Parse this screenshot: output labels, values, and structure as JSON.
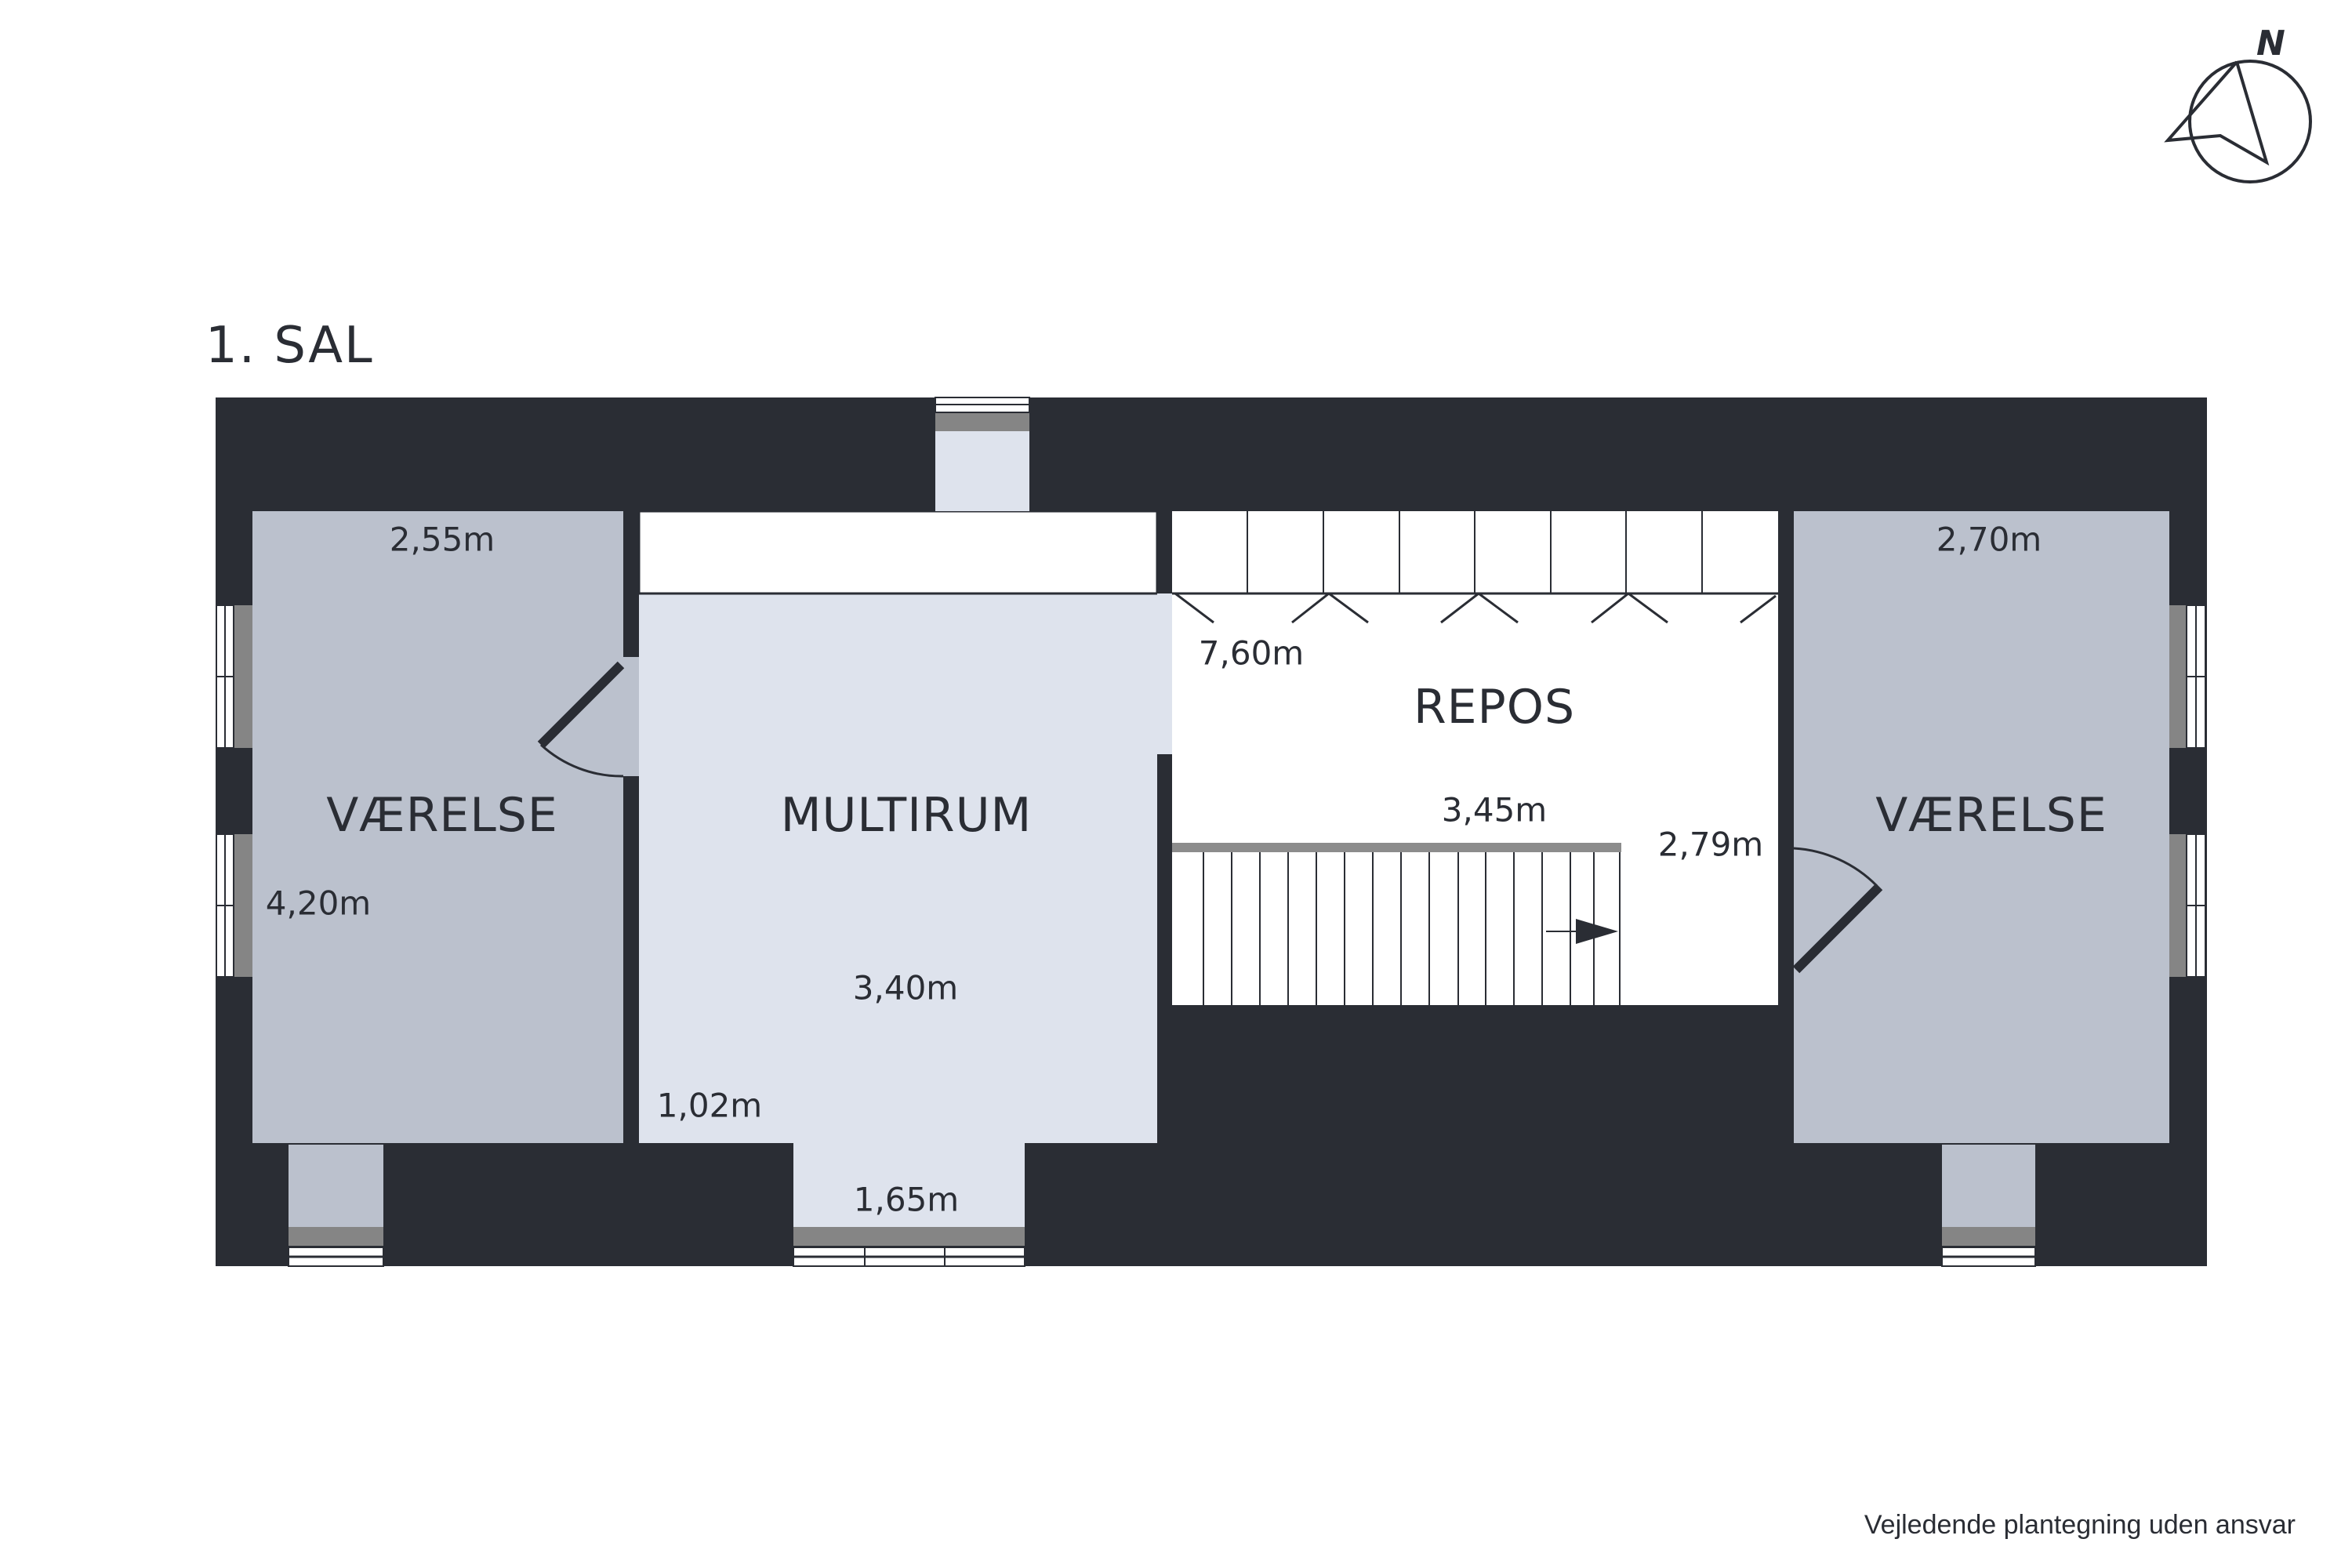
{
  "floor": {
    "title": "1. SAL"
  },
  "rooms": {
    "left_bedroom": {
      "name": "VÆRELSE",
      "width": "2,55m",
      "length": "4,20m"
    },
    "multirum": {
      "name": "MULTIRUM",
      "width": "3,40m",
      "depth_left": "1,02m",
      "alcove_width": "1,65m"
    },
    "repos": {
      "name": "REPOS",
      "length": "7,60m",
      "stair_length": "3,45m",
      "width": "2,79m"
    },
    "right_bedroom": {
      "name": "VÆRELSE",
      "width": "2,70m"
    }
  },
  "compass": {
    "label": "N",
    "icon": "north-arrow-icon"
  },
  "footer": {
    "disclaimer": "Vejledende plantegning uden ansvar"
  },
  "colors": {
    "wall": "#2a2d34",
    "bedroom_fill": "#bbc1cd",
    "multirum_fill": "#dee3ed",
    "window_sill": "#858585",
    "background": "#ffffff"
  }
}
